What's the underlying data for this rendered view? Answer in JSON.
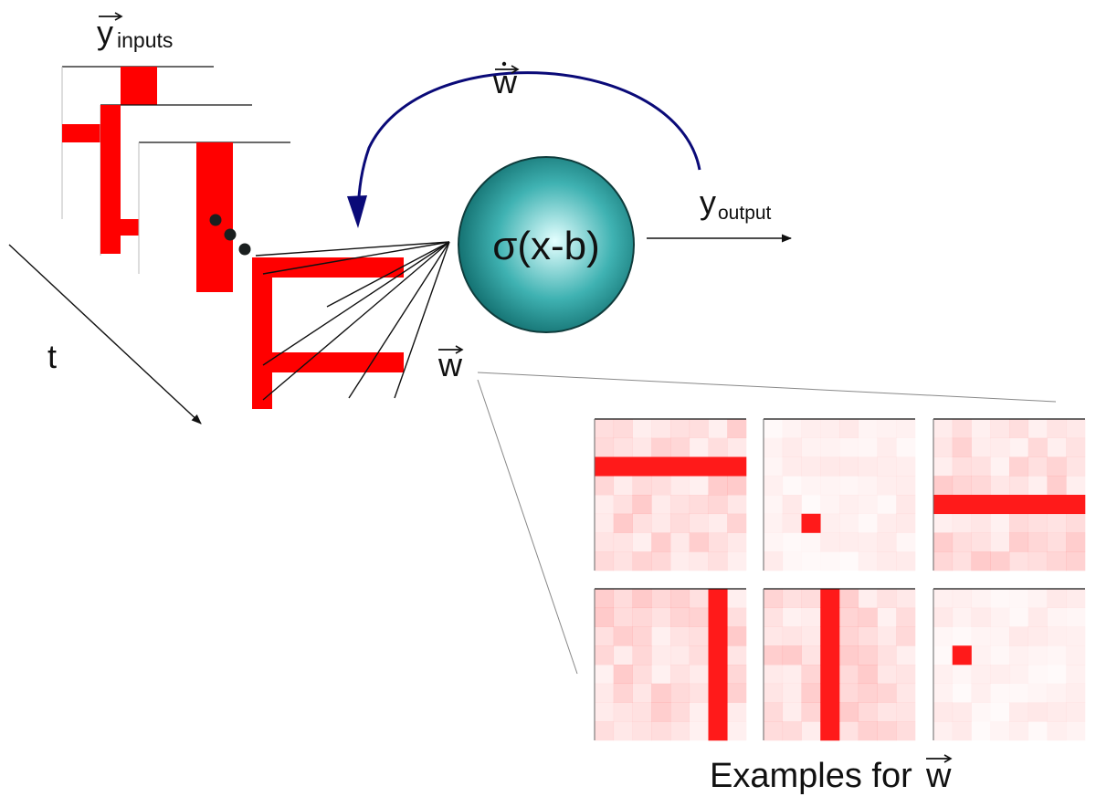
{
  "labels": {
    "inputs_symbol": "y",
    "inputs_subscript": "inputs",
    "time_label": "t",
    "neuron_function": "σ(x-b)",
    "weight_change_symbol": "w",
    "output_symbol": "y",
    "output_subscript": "output",
    "weights_symbol": "w",
    "examples_caption_prefix": "Examples for",
    "examples_caption_symbol": "w"
  },
  "colors": {
    "input_bar": "#ff0000",
    "feedback_arrow": "#0a0a78",
    "neuron_light": "#e4ffff",
    "neuron_mid": "#3fb2b2",
    "neuron_dark": "#0b6464",
    "weight_strong": "#ff1a1a",
    "weight_background": "#ffffff"
  },
  "weight_examples": [
    {
      "pattern": "horizontal-bar",
      "index": 2
    },
    {
      "pattern": "single-pixel",
      "row": 5,
      "col": 2
    },
    {
      "pattern": "horizontal-bar",
      "index": 4
    },
    {
      "pattern": "vertical-bar",
      "index": 6
    },
    {
      "pattern": "vertical-bar",
      "index": 3
    },
    {
      "pattern": "single-pixel",
      "row": 3,
      "col": 1
    }
  ]
}
